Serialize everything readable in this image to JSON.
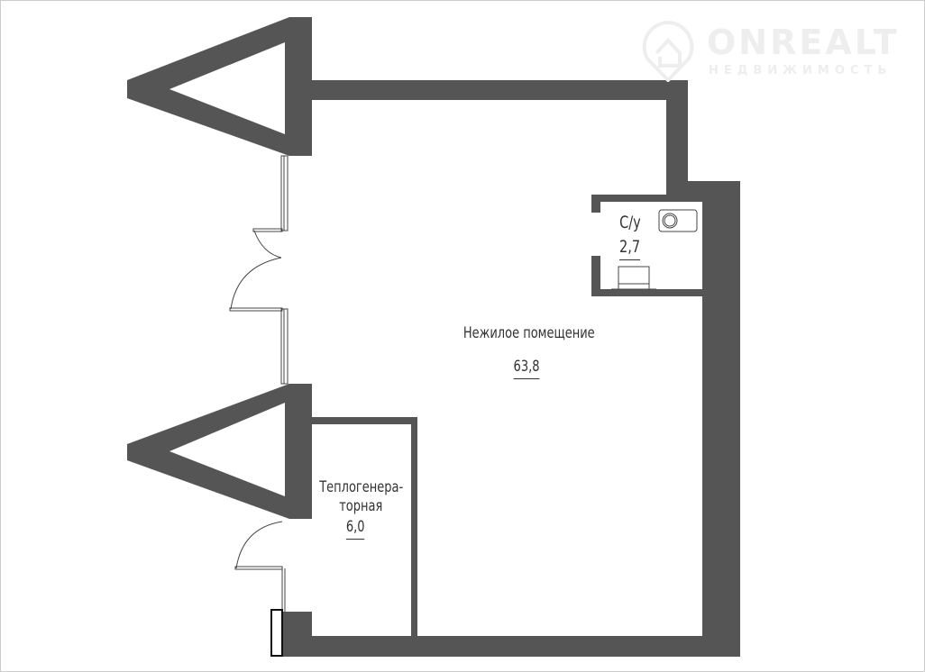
{
  "watermark": {
    "brand": "ONREALT",
    "subtitle": "НЕДВИЖИМОСТЬ"
  },
  "rooms": [
    {
      "name": "Нежилое помещение",
      "area": "63,8"
    },
    {
      "name": "С/у",
      "area": "2,7"
    },
    {
      "name_line1": "Теплогенера-",
      "name_line2": "торная",
      "area": "6,0"
    }
  ],
  "colors": {
    "wall": "#555555",
    "line": "#444444"
  }
}
